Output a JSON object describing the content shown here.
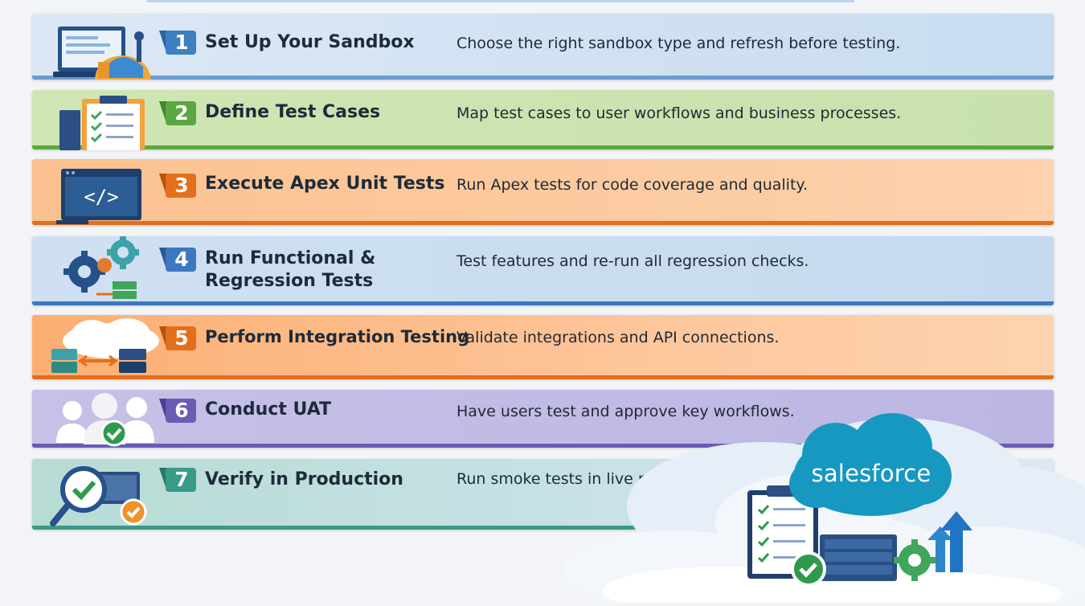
{
  "steps": [
    {
      "number": "1",
      "title": "Set Up Your Sandbox",
      "description": "Choose the right sandbox type and refresh before testing.",
      "icon": "laptop-hardhat-icon",
      "accent": "#3d7fc1",
      "bg": "#d5e4f4"
    },
    {
      "number": "2",
      "title": "Define Test Cases",
      "description": "Map test cases to user workflows and business processes.",
      "icon": "clipboard-checklist-icon",
      "accent": "#5aa83f",
      "bg": "#cfe4b4"
    },
    {
      "number": "3",
      "title": "Execute Apex Unit Tests",
      "description": "Run Apex tests for code coverage and quality.",
      "icon": "code-window-icon",
      "accent": "#e36f1c",
      "bg": "#fcc596"
    },
    {
      "number": "4",
      "title": "Run Functional & Regression Tests",
      "description": "Test features and re-run all regression checks.",
      "icon": "gears-icon",
      "accent": "#3d78be",
      "bg": "#cddff1"
    },
    {
      "number": "5",
      "title": "Perform Integration Testing",
      "description": "Validate integrations and API connections.",
      "icon": "cloud-servers-icon",
      "accent": "#e36f1c",
      "bg": "#fbb988"
    },
    {
      "number": "6",
      "title": "Conduct UAT",
      "description": "Have users test and approve key workflows.",
      "icon": "users-check-icon",
      "accent": "#6a5bb4",
      "bg": "#c4bfe5"
    },
    {
      "number": "7",
      "title": "Verify in Production",
      "description": "Run smoke tests in live production.",
      "icon": "magnifier-check-icon",
      "accent": "#3a9a8a",
      "bg": "#b9ddd6"
    }
  ],
  "brand": {
    "logo_text": "salesforce",
    "color": "#1798c1"
  }
}
